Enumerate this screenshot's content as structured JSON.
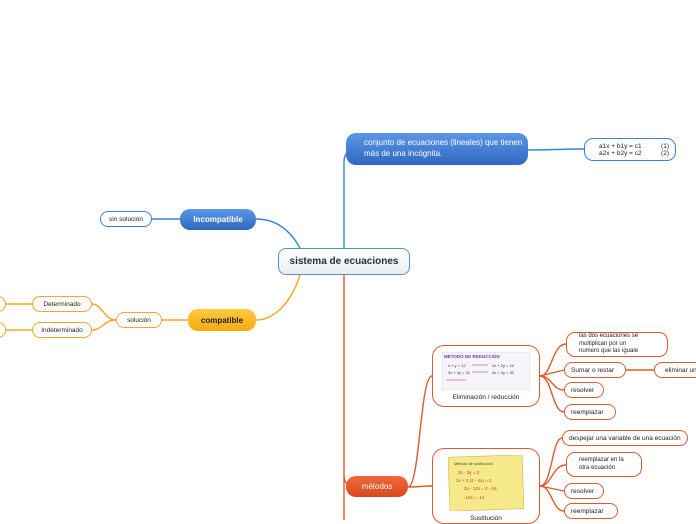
{
  "central": "sistema de ecuaciones",
  "definition": {
    "label": "conjunto de ecuaciones (lineales) que tienen\nmás de una incógnita.",
    "equations": {
      "line1": "a1x + b1y = c1",
      "num1": "(1)",
      "line2": "a2x + b2y = c2",
      "num2": "(2)"
    }
  },
  "incompatible": {
    "label": "Incompatible",
    "child": "sin solución"
  },
  "compatible": {
    "label": "compatible",
    "solution": "solución",
    "types": [
      "Determinado",
      "Indeterminado"
    ]
  },
  "metodos": {
    "label": "métodos",
    "reduccion": {
      "caption": "Eliminación / reducción",
      "thumb_title": "MÉTODO DE REDUCCIÓN",
      "thumb_lines": [
        "x + y = 12",
        "3x + 4y = 31",
        "2x + 2y = 24",
        "3x + 4y = 31"
      ],
      "steps": [
        "las dos ecuaciones se multiplican por un\nnumero que las iguale",
        "Sumar o restar",
        "resolver",
        "reemplazar"
      ],
      "sub_step": "eliminar un"
    },
    "sustitucion": {
      "caption": "Sustitución",
      "thumb_title": "Método de sustitución",
      "thumb_lines": [
        "2x - 3y = 2",
        "2x + 2 (4 - 4x) = 2",
        "2x - 12x = 2 - 16",
        "-10x = -14"
      ],
      "steps": [
        "despejar una variable de una ecuación",
        "reemplazar en la\notra ecuación",
        "resolver",
        "reemplazar"
      ]
    }
  },
  "colors": {
    "blue": "#3a82d8",
    "orange": "#f5a623",
    "red": "#e05a2e"
  }
}
